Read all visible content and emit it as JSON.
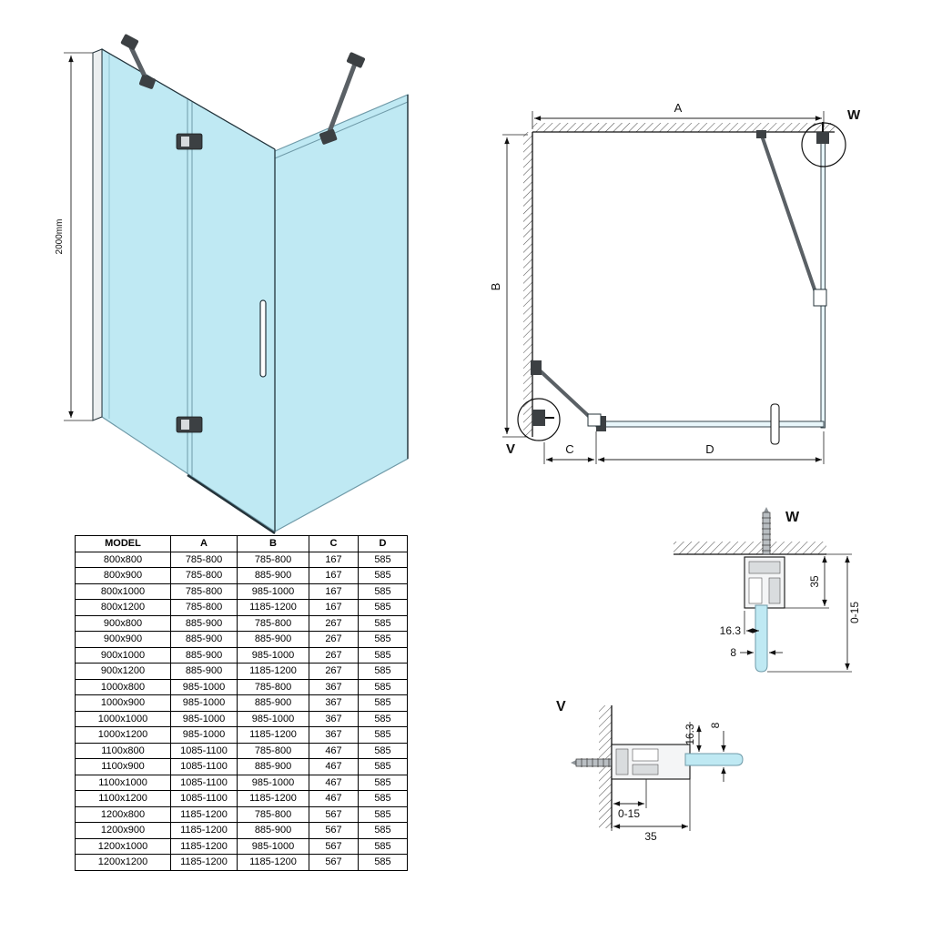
{
  "colors": {
    "glass": "#bfe9f3",
    "glass_light": "#e8f6fa",
    "glass_edge": "#6f9aa8",
    "metal": "#3c4043",
    "outline": "#111111"
  },
  "iso_view": {
    "height_dim": "2000mm"
  },
  "top_view": {
    "dim_a": "A",
    "dim_b": "B",
    "dim_c": "C",
    "dim_d": "D",
    "callout_w": "W",
    "callout_v": "V"
  },
  "detail_w": {
    "title": "W",
    "dim_offset": "16.3",
    "dim_glass": "8",
    "dim_adjust": "0-15",
    "dim_profile": "35"
  },
  "detail_v": {
    "title": "V",
    "dim_offset": "16.3",
    "dim_glass": "8",
    "dim_adjust": "0-15",
    "dim_profile": "35"
  },
  "table": {
    "headers": [
      "MODEL",
      "A",
      "B",
      "C",
      "D"
    ],
    "rows": [
      [
        "800x800",
        "785-800",
        "785-800",
        "167",
        "585"
      ],
      [
        "800x900",
        "785-800",
        "885-900",
        "167",
        "585"
      ],
      [
        "800x1000",
        "785-800",
        "985-1000",
        "167",
        "585"
      ],
      [
        "800x1200",
        "785-800",
        "1185-1200",
        "167",
        "585"
      ],
      [
        "900x800",
        "885-900",
        "785-800",
        "267",
        "585"
      ],
      [
        "900x900",
        "885-900",
        "885-900",
        "267",
        "585"
      ],
      [
        "900x1000",
        "885-900",
        "985-1000",
        "267",
        "585"
      ],
      [
        "900x1200",
        "885-900",
        "1185-1200",
        "267",
        "585"
      ],
      [
        "1000x800",
        "985-1000",
        "785-800",
        "367",
        "585"
      ],
      [
        "1000x900",
        "985-1000",
        "885-900",
        "367",
        "585"
      ],
      [
        "1000x1000",
        "985-1000",
        "985-1000",
        "367",
        "585"
      ],
      [
        "1000x1200",
        "985-1000",
        "1185-1200",
        "367",
        "585"
      ],
      [
        "1100x800",
        "1085-1100",
        "785-800",
        "467",
        "585"
      ],
      [
        "1100x900",
        "1085-1100",
        "885-900",
        "467",
        "585"
      ],
      [
        "1100x1000",
        "1085-1100",
        "985-1000",
        "467",
        "585"
      ],
      [
        "1100x1200",
        "1085-1100",
        "1185-1200",
        "467",
        "585"
      ],
      [
        "1200x800",
        "1185-1200",
        "785-800",
        "567",
        "585"
      ],
      [
        "1200x900",
        "1185-1200",
        "885-900",
        "567",
        "585"
      ],
      [
        "1200x1000",
        "1185-1200",
        "985-1000",
        "567",
        "585"
      ],
      [
        "1200x1200",
        "1185-1200",
        "1185-1200",
        "567",
        "585"
      ]
    ]
  }
}
